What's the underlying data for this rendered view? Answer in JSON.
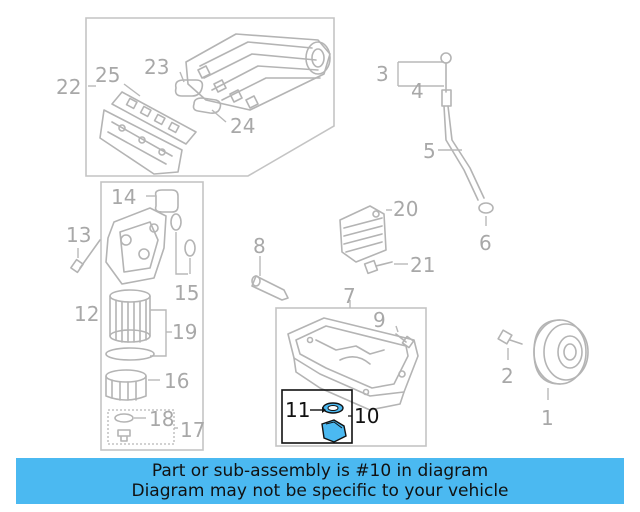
{
  "callouts": {
    "c1": "1",
    "c2": "2",
    "c3": "3",
    "c4": "4",
    "c5": "5",
    "c6": "6",
    "c7": "7",
    "c8": "8",
    "c9": "9",
    "c10": "10",
    "c11": "11",
    "c12": "12",
    "c13": "13",
    "c14": "14",
    "c15": "15",
    "c16": "16",
    "c17": "17",
    "c18": "18",
    "c19": "19",
    "c20": "20",
    "c21": "21",
    "c22": "22",
    "c23": "23",
    "c24": "24",
    "c25": "25"
  },
  "colors": {
    "highlight_part": "#4bb9f1",
    "banner_background": "#4bb9f1",
    "line_art": "#b4b4b4"
  },
  "banner": {
    "line1": "Part or sub-assembly is #10 in diagram",
    "line2": "Diagram may not be specific to your vehicle"
  }
}
